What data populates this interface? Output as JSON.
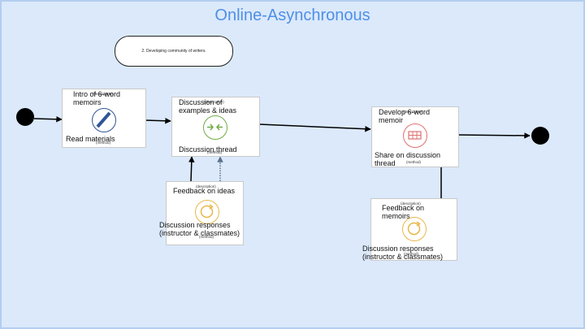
{
  "title": "Online-Asynchronous",
  "note": "2. Developing community of writers.",
  "activities": {
    "intro": {
      "label": "Intro of 6-word memoirs",
      "method": "Read materials",
      "desc": "(description)",
      "meth": "(method)"
    },
    "discussion": {
      "label": "Discussion of examples & ideas",
      "method": "Discussion thread",
      "desc": "(description)",
      "meth": "(method)"
    },
    "feedback_ideas": {
      "label": "Feedback on ideas",
      "method": "Discussion responses (instructor & classmates)",
      "desc": "(description)",
      "meth": "(method)"
    },
    "develop": {
      "label": "Develop 6-word memoir",
      "method": "Share on discussion thread",
      "desc": "(description)",
      "meth": "(method)"
    },
    "feedback_memoirs": {
      "label": "Feedback on memoirs",
      "method": "Discussion responses (instructor & classmates)",
      "desc": "(description)",
      "meth": "(method)"
    }
  },
  "colors": {
    "title": "#4f8fe6",
    "blue_icon": "#2f5597",
    "green_icon": "#70ad47",
    "red_icon": "#e07070",
    "orange_icon": "#e8b84b"
  }
}
